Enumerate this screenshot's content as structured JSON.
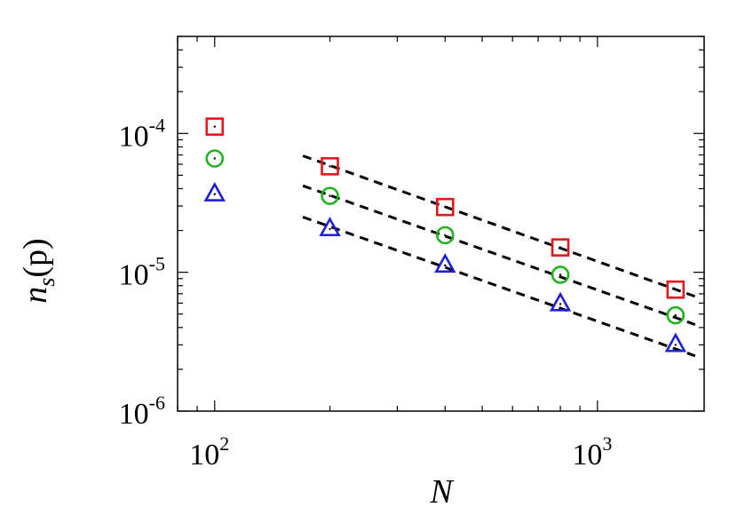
{
  "chart_data": {
    "type": "scatter",
    "title": "",
    "xlabel": "N",
    "ylabel": {
      "main": "n",
      "sub": "s",
      "arg": "(p)"
    },
    "xscale": "log",
    "yscale": "log",
    "xlim": [
      80,
      1900
    ],
    "ylim": [
      1e-06,
      0.0005
    ],
    "grid": false,
    "legend": "none",
    "x_ticks": [
      {
        "value": 100,
        "base": "10",
        "exp": "2"
      },
      {
        "value": 1000,
        "base": "10",
        "exp": "3"
      }
    ],
    "y_ticks": [
      {
        "value": 1e-06,
        "base": "10",
        "exp": "-6"
      },
      {
        "value": 1e-05,
        "base": "10",
        "exp": "-5"
      },
      {
        "value": 0.0001,
        "base": "10",
        "exp": "-4"
      }
    ],
    "x": [
      100,
      200,
      400,
      800,
      1600
    ],
    "series": [
      {
        "marker": "square",
        "color": "#e8161b",
        "values": [
          0.000112,
          5.8e-05,
          2.95e-05,
          1.51e-05,
          7.5e-06
        ]
      },
      {
        "marker": "circle",
        "color": "#1fb31f",
        "values": [
          6.6e-05,
          3.55e-05,
          1.85e-05,
          9.6e-06,
          4.9e-06
        ]
      },
      {
        "marker": "triangle",
        "color": "#1f1fd6",
        "values": [
          3.65e-05,
          2.05e-05,
          1.12e-05,
          5.9e-06,
          3e-06
        ]
      }
    ],
    "fit_lines": [
      {
        "style": "dashed",
        "color": "#000000",
        "x": [
          170,
          1800
        ],
        "y": [
          6.9e-05,
          6.7e-06
        ]
      },
      {
        "style": "dashed",
        "color": "#000000",
        "x": [
          170,
          1800
        ],
        "y": [
          4.2e-05,
          4.2e-06
        ]
      },
      {
        "style": "dashed",
        "color": "#000000",
        "x": [
          170,
          1800
        ],
        "y": [
          2.5e-05,
          2.5e-06
        ]
      }
    ]
  }
}
